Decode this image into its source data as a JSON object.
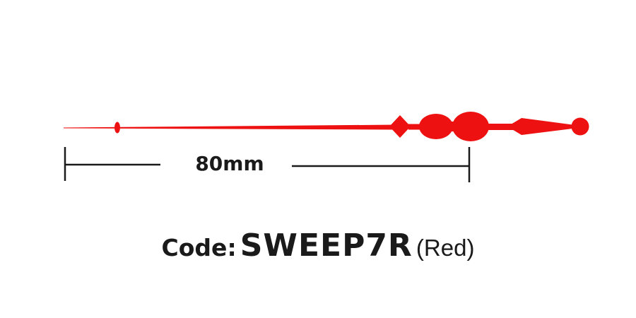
{
  "dimension": {
    "label": "80mm"
  },
  "product": {
    "code_prefix": "Code:",
    "code_value": "SWEEP7R",
    "color_label": "(Red)"
  },
  "colors": {
    "hand": "#ee1111",
    "dimension_line": "#1a1a1a",
    "text": "#1a1a1a"
  }
}
